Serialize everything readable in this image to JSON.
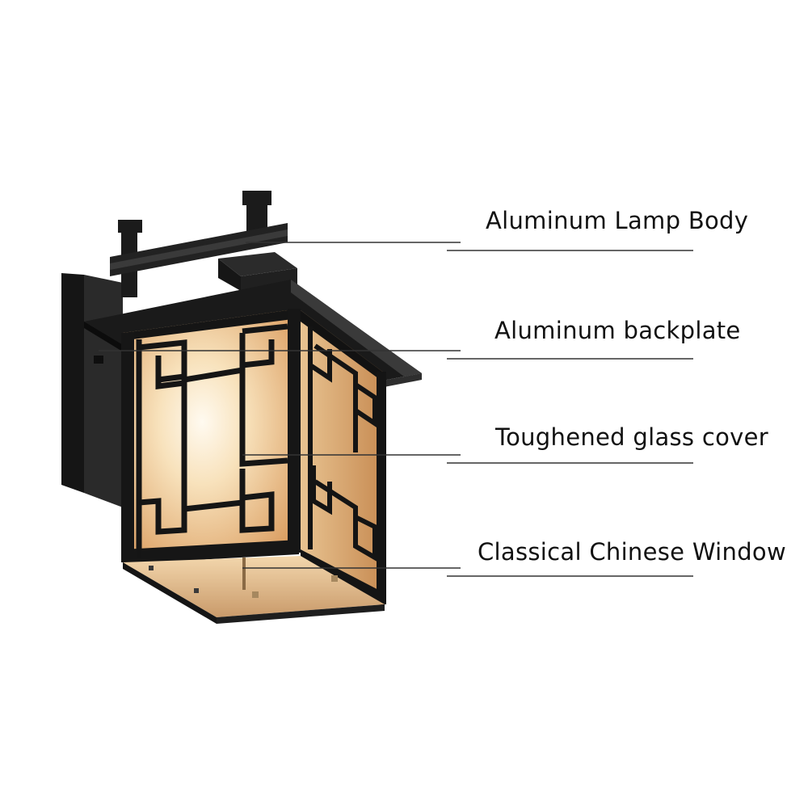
{
  "callouts": [
    {
      "label": "Aluminum Lamp Body"
    },
    {
      "label": "Aluminum backplate"
    },
    {
      "label": "Toughened glass cover"
    },
    {
      "label": "Classical Chinese Window"
    }
  ],
  "colors": {
    "frame": "#1c1c1c",
    "glow_center": "#fff6dc",
    "glow_edge": "#e0a868",
    "leader_line": "#333333",
    "background": "#ffffff"
  }
}
